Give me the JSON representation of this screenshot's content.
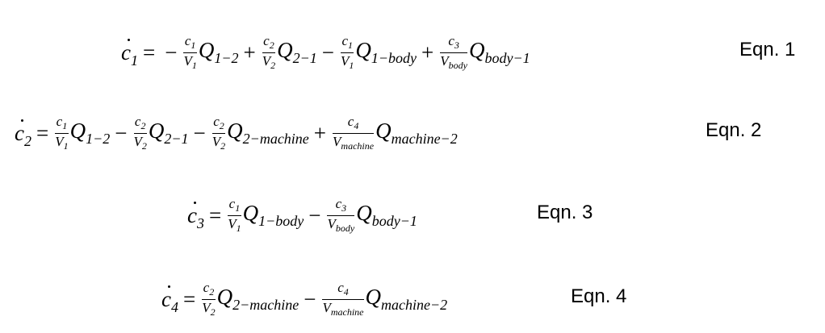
{
  "equations": [
    {
      "lhs": {
        "b": "c",
        "s": "1"
      },
      "lead": "−",
      "terms": [
        {
          "sign": "",
          "num": {
            "b": "c",
            "s": "1"
          },
          "den": {
            "b": "V",
            "s": "1"
          },
          "q": {
            "b": "Q",
            "s": "1−2"
          }
        },
        {
          "sign": "+",
          "num": {
            "b": "c",
            "s": "2"
          },
          "den": {
            "b": "V",
            "s": "2"
          },
          "q": {
            "b": "Q",
            "s": "2−1"
          }
        },
        {
          "sign": "−",
          "num": {
            "b": "c",
            "s": "1"
          },
          "den": {
            "b": "V",
            "s": "1"
          },
          "q": {
            "b": "Q",
            "s": "1−body"
          }
        },
        {
          "sign": "+",
          "num": {
            "b": "c",
            "s": "3"
          },
          "den": {
            "b": "V",
            "s": "body"
          },
          "q": {
            "b": "Q",
            "s": "body−1"
          }
        }
      ],
      "label": "Eqn. 1"
    },
    {
      "lhs": {
        "b": "c",
        "s": "2"
      },
      "lead": "",
      "terms": [
        {
          "sign": "",
          "num": {
            "b": "c",
            "s": "1"
          },
          "den": {
            "b": "V",
            "s": "1"
          },
          "q": {
            "b": "Q",
            "s": "1−2"
          }
        },
        {
          "sign": "−",
          "num": {
            "b": "c",
            "s": "2"
          },
          "den": {
            "b": "V",
            "s": "2"
          },
          "q": {
            "b": "Q",
            "s": "2−1"
          }
        },
        {
          "sign": "−",
          "num": {
            "b": "c",
            "s": "2"
          },
          "den": {
            "b": "V",
            "s": "2"
          },
          "q": {
            "b": "Q",
            "s": "2−machine"
          }
        },
        {
          "sign": "+",
          "num": {
            "b": "c",
            "s": "4"
          },
          "den": {
            "b": "V",
            "s": "machine"
          },
          "q": {
            "b": "Q",
            "s": "machine−2"
          }
        }
      ],
      "label": "Eqn. 2"
    },
    {
      "lhs": {
        "b": "c",
        "s": "3"
      },
      "lead": "",
      "terms": [
        {
          "sign": "",
          "num": {
            "b": "c",
            "s": "1"
          },
          "den": {
            "b": "V",
            "s": "1"
          },
          "q": {
            "b": "Q",
            "s": "1−body"
          }
        },
        {
          "sign": "−",
          "num": {
            "b": "c",
            "s": "3"
          },
          "den": {
            "b": "V",
            "s": "body"
          },
          "q": {
            "b": "Q",
            "s": "body−1"
          }
        }
      ],
      "label": "Eqn. 3"
    },
    {
      "lhs": {
        "b": "c",
        "s": "4"
      },
      "lead": "",
      "terms": [
        {
          "sign": "",
          "num": {
            "b": "c",
            "s": "2"
          },
          "den": {
            "b": "V",
            "s": "2"
          },
          "q": {
            "b": "Q",
            "s": "2−machine"
          }
        },
        {
          "sign": "−",
          "num": {
            "b": "c",
            "s": "4"
          },
          "den": {
            "b": "V",
            "s": "machine"
          },
          "q": {
            "b": "Q",
            "s": "machine−2"
          }
        }
      ],
      "label": "Eqn. 4"
    }
  ]
}
